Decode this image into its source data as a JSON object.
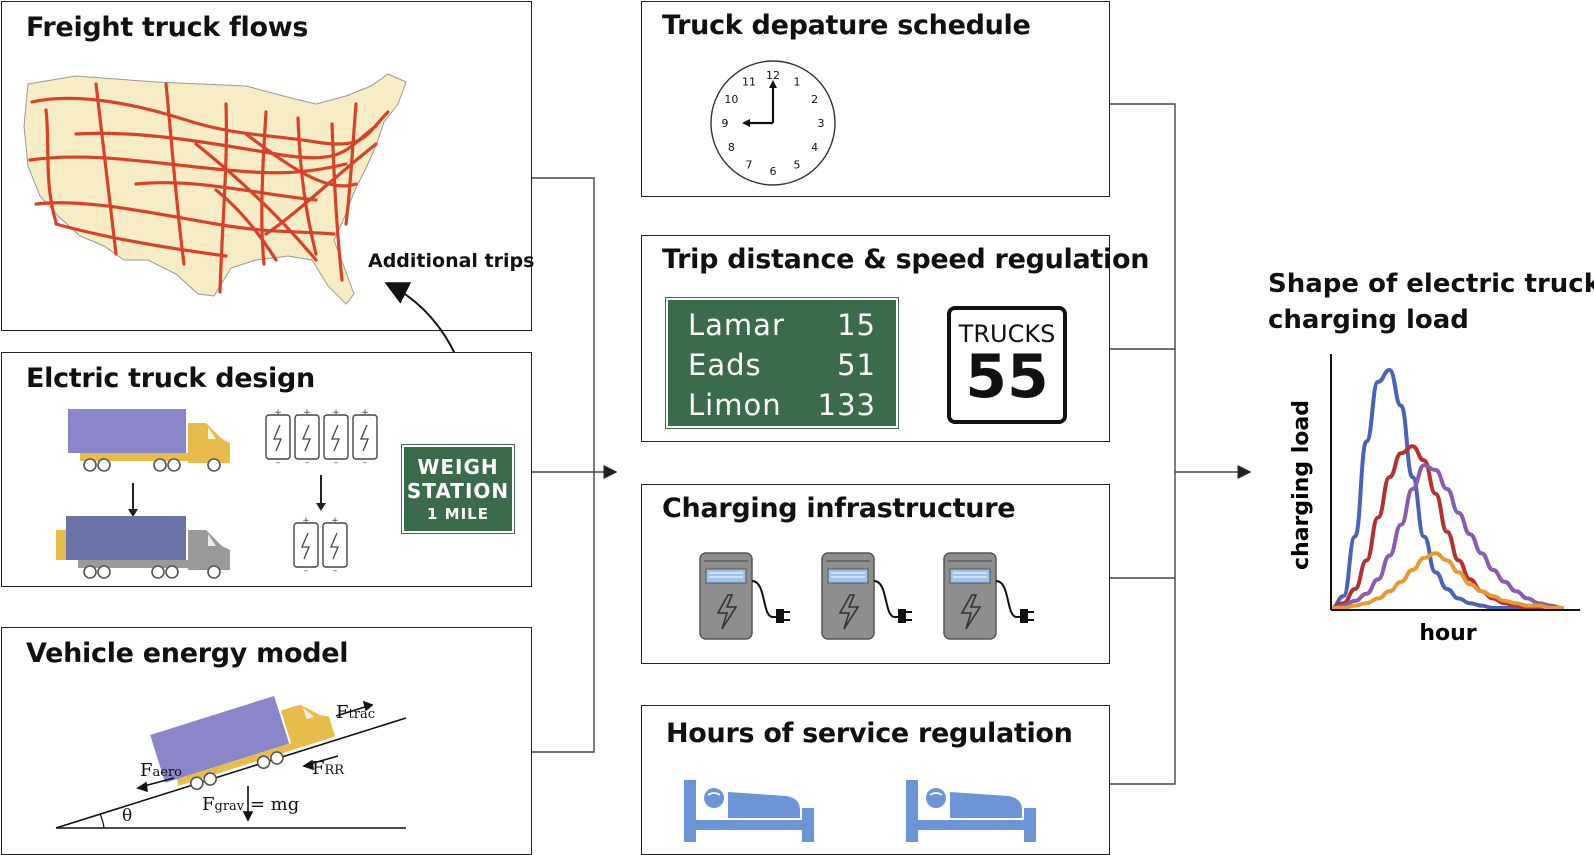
{
  "panels": {
    "freight": {
      "title": "Freight truck flows",
      "additional_trips": "Additional trips"
    },
    "design": {
      "title": "Elctric truck design",
      "weigh_station": {
        "line1": "WEIGH",
        "line2": "STATION",
        "line3": "1 MILE"
      }
    },
    "energy": {
      "title": "Vehicle energy model",
      "forces": {
        "trac": "F",
        "trac_sub": "trac",
        "aero": "F",
        "aero_sub": "aero",
        "rr": "F",
        "rr_sub": "RR",
        "grav": "F",
        "grav_sub": "grav",
        "grav_eq": "= mg",
        "theta": "θ"
      }
    },
    "schedule": {
      "title": "Truck depature schedule",
      "clock_numbers": [
        "12",
        "1",
        "2",
        "3",
        "4",
        "5",
        "6",
        "7",
        "8",
        "9",
        "10",
        "11"
      ]
    },
    "trip": {
      "title": "Trip distance & speed regulation",
      "sign_rows": [
        {
          "place": "Lamar",
          "miles": "15"
        },
        {
          "place": "Eads",
          "miles": "51"
        },
        {
          "place": "Limon",
          "miles": "133"
        }
      ],
      "speed_sign": {
        "label": "TRUCKS",
        "value": "55"
      }
    },
    "charging": {
      "title": "Charging infrastructure"
    },
    "hours": {
      "title": "Hours of service regulation"
    }
  },
  "result": {
    "title_line1": "Shape of electric truck’s",
    "title_line2": "charging load",
    "chart_data": {
      "type": "line",
      "xlabel": "hour",
      "ylabel": "charging load",
      "series": [
        {
          "color": "#4a63b8",
          "x": [
            0,
            0.5,
            1,
            1.5,
            2,
            2.5,
            3,
            3.5,
            4,
            4.5,
            5,
            5.5,
            6,
            6.5,
            7,
            7.5,
            8,
            8.5,
            9,
            9.5,
            10
          ],
          "values": [
            0,
            0.05,
            0.3,
            0.7,
            0.95,
            1.0,
            0.85,
            0.55,
            0.3,
            0.15,
            0.08,
            0.04,
            0.02,
            0.01,
            0,
            0,
            0,
            0,
            0,
            0,
            0
          ]
        },
        {
          "color": "#b53030",
          "x": [
            0,
            0.5,
            1,
            1.5,
            2,
            2.5,
            3,
            3.5,
            4,
            4.5,
            5,
            5.5,
            6,
            6.5,
            7,
            7.5,
            8,
            8.5,
            9,
            9.5,
            10
          ],
          "values": [
            0,
            0.02,
            0.08,
            0.2,
            0.38,
            0.55,
            0.65,
            0.68,
            0.62,
            0.48,
            0.32,
            0.2,
            0.12,
            0.07,
            0.04,
            0.02,
            0.01,
            0,
            0,
            0,
            0
          ]
        },
        {
          "color": "#8a5bb5",
          "x": [
            0,
            0.5,
            1,
            1.5,
            2,
            2.5,
            3,
            3.5,
            4,
            4.5,
            5,
            5.5,
            6,
            6.5,
            7,
            7.5,
            8,
            8.5,
            9,
            9.5,
            10
          ],
          "values": [
            0,
            0.01,
            0.03,
            0.06,
            0.12,
            0.22,
            0.35,
            0.5,
            0.6,
            0.58,
            0.5,
            0.4,
            0.31,
            0.23,
            0.16,
            0.11,
            0.07,
            0.04,
            0.02,
            0.01,
            0
          ]
        },
        {
          "color": "#e89a30",
          "x": [
            0,
            0.5,
            1,
            1.5,
            2,
            2.5,
            3,
            3.5,
            4,
            4.5,
            5,
            5.5,
            6,
            6.5,
            7,
            7.5,
            8,
            8.5,
            9,
            9.5,
            10
          ],
          "values": [
            0,
            0,
            0.01,
            0.02,
            0.04,
            0.07,
            0.11,
            0.16,
            0.21,
            0.23,
            0.2,
            0.15,
            0.1,
            0.07,
            0.05,
            0.03,
            0.02,
            0.01,
            0.01,
            0,
            0
          ]
        }
      ]
    }
  },
  "colors": {
    "route": "#d9412b",
    "land": "#f6edc4",
    "truck_box": "#8b85c9",
    "cab": "#e8bc4b",
    "grey_cab": "#9a9a9a",
    "sign_green": "#3a6b4a",
    "bed": "#6b95d6",
    "charger": "#8e8e8e"
  }
}
